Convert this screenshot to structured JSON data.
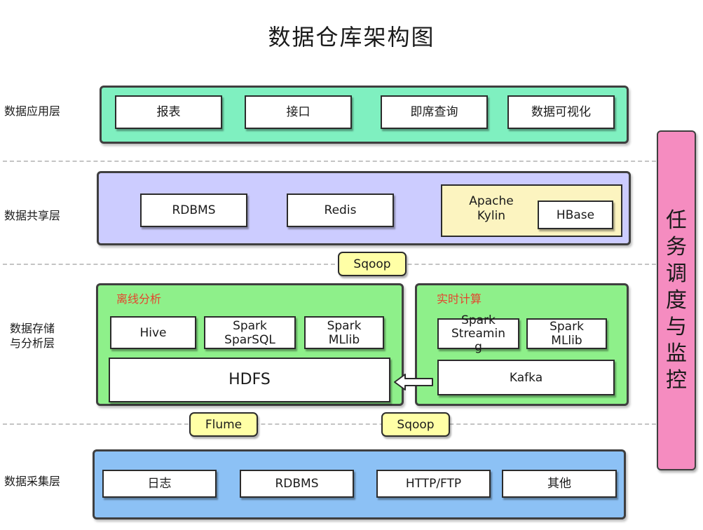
{
  "title": "数据仓库架构图",
  "colors": {
    "application": "#7ff0c0",
    "sharing": "#ccccff",
    "kylin": "#fcf4c0",
    "storage": "#8ef08a",
    "collection": "#8cc1f5",
    "monitor": "#f58cc0",
    "tag": "#ffffa6",
    "section_label": "#e5442d"
  },
  "layers": {
    "application": {
      "label": "数据应用层",
      "items": [
        "报表",
        "接口",
        "即席查询",
        "数据可视化"
      ]
    },
    "sharing": {
      "label": "数据共享层",
      "items": [
        "RDBMS",
        "Redis"
      ],
      "kylin": "Apache\nKylin",
      "hbase": "HBase"
    },
    "storage": {
      "label": "数据存储\n与分析层",
      "offline": {
        "title": "离线分析",
        "items": [
          "Hive",
          "Spark\nSparSQL",
          "Spark\nMLlib"
        ],
        "hdfs": "HDFS"
      },
      "realtime": {
        "title": "实时计算",
        "items": [
          "Spark\nStreamin\ng",
          "Spark\nMLlib"
        ],
        "kafka": "Kafka"
      }
    },
    "collection": {
      "label": "数据采集层",
      "items": [
        "日志",
        "RDBMS",
        "HTTP/FTP",
        "其他"
      ]
    }
  },
  "connectors": {
    "sqoop_top": "Sqoop",
    "flume": "Flume",
    "sqoop_bottom": "Sqoop"
  },
  "monitor": {
    "label": "任务调度与监控",
    "chars": [
      "任",
      "务",
      "调",
      "度",
      "与",
      "监",
      "控"
    ]
  }
}
